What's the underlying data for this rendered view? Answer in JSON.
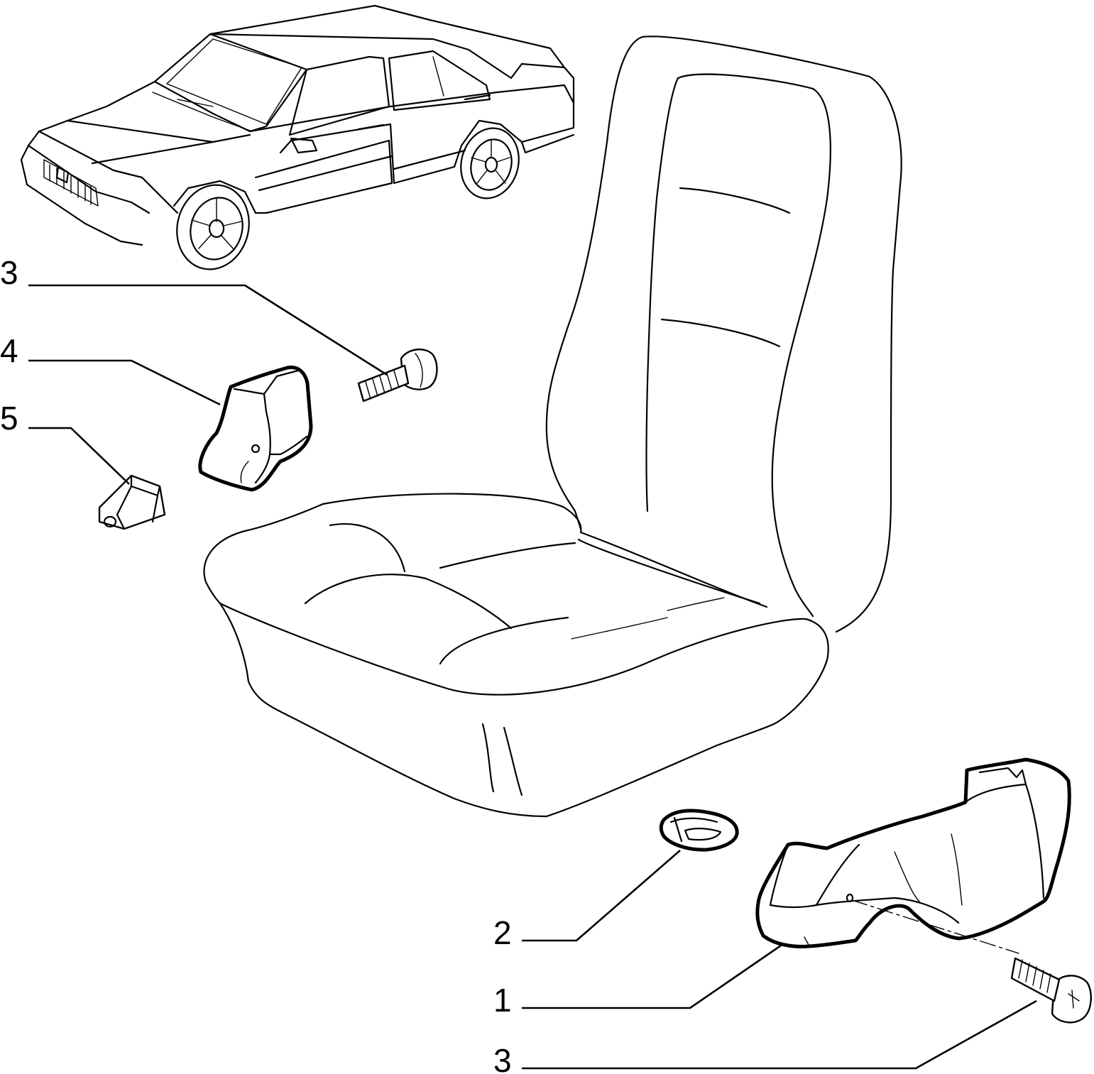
{
  "callouts": [
    {
      "id": "callout-3-top",
      "label": "3"
    },
    {
      "id": "callout-4",
      "label": "4"
    },
    {
      "id": "callout-5",
      "label": "5"
    },
    {
      "id": "callout-2",
      "label": "2"
    },
    {
      "id": "callout-1",
      "label": "1"
    },
    {
      "id": "callout-3-bottom",
      "label": "3"
    }
  ]
}
